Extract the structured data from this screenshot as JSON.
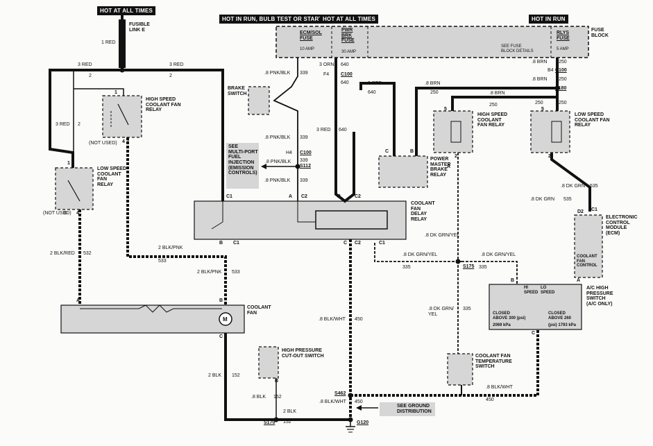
{
  "headers": {
    "hot_all_left": "HOT AT ALL TIMES",
    "hot_run_bulb": "HOT IN RUN, BULB TEST OR START",
    "hot_all_mid": "HOT AT ALL TIMES",
    "hot_run": "HOT IN RUN"
  },
  "fuse_block": {
    "title": "FUSE\nBLOCK",
    "fuse1": "ECM/SOL\nFUSE",
    "fuse1_amp": "10 AMP",
    "fuse2": "PWR\nBRK\nFUSE",
    "fuse2_amp": "30 AMP",
    "fuse3": "RLYS\nFUSE",
    "fuse3_amp": "5 AMP",
    "details": "SEE FUSE\nBLOCK DETAILS"
  },
  "components": {
    "fusible_link": "FUSIBLE\nLINK E",
    "high_speed_relay_left": "HIGH SPEED\nCOOLANT FAN\nRELAY",
    "low_speed_relay_left": "LOW SPEED\nCOOLANT\nFAN\nRELAY",
    "brake_switch": "BRAKE\nSWITCH",
    "see_mpfi": "SEE\nMULTI-PORT\nFUEL\nINJECTION\n(EMISSION\nCONTROLS)",
    "power_master_relay": "POWER\nMASTER\nBRAKE\nRELAY",
    "high_speed_relay_right": "HIGH SPEED\nCOOLANT\nFAN RELAY",
    "low_speed_relay_right": "LOW SPEED\nCOOLANT FAN\nRELAY",
    "delay_relay": "COOLANT\nFAN\nDELAY\nRELAY",
    "coolant_fan": "COOLANT\nFAN",
    "ecm": "ELECTRONIC\nCONTROL\nMODULE\n(ECM)",
    "ecm_inner": "COOLANT\nFAN\nCONTROL",
    "ac_switch": "A/C HIGH\nPRESSURE\nSWITCH\n(A/C ONLY)",
    "ac_hi": "HI\nSPEED",
    "ac_lo": "LO\nSPEED",
    "ac_closed_hi": "CLOSED\nABOVE 300 (psi)",
    "ac_closed_hi_kpa": "2069 kPa",
    "ac_closed_lo": "CLOSED\nABOVE 260",
    "ac_closed_lo_kpa": "(psi) 1793 kPa",
    "hp_cutout": "HIGH PRESSURE\nCUT-OUT SWITCH",
    "temp_switch": "COOLANT FAN\nTEMPERATURE\nSWITCH",
    "ground_dist": "SEE GROUND\nDISTRIBUTION",
    "not_used_1": "(NOT USED)",
    "not_used_2": "(NOT USED)"
  },
  "connectors": {
    "c100_a": "C100",
    "c100_b": "C100",
    "c100_c": "C100",
    "s180": "S180",
    "s112": "S112",
    "s175": "S175",
    "s462": "S462",
    "s170": "S170",
    "g120": "G120",
    "f4": "F4",
    "h4": "H4",
    "b4": "B4"
  },
  "wire_labels": {
    "w1red": "1 RED",
    "w3red_a": "3 RED",
    "w3red_b": "3 RED",
    "w3red_c": "3 RED",
    "w2_a": "2",
    "w2_b": "2",
    "w2_c": "2",
    "pnkblk_339_a": ".8 PNK/BLK",
    "n339_a": "339",
    "pnkblk_339_b": ".8 PNK/BLK",
    "n339_b": "339",
    "pnkblk_339_c": ".8 PNK/BLK",
    "n339_c": "339",
    "pnkblk_339_d": ".8 PNK/BLK",
    "n339_d": "339",
    "orn3": "3 ORN",
    "n640_a": "640",
    "n640_b": "640",
    "red3_640": "3 RED",
    "n640_c": "640",
    "red3_top": "3 RED",
    "n640_top": "640",
    "brn_250_a": ".8 BRN",
    "n250_a": "250",
    "brn_250_b": ".8 BRN",
    "n250_b": "250",
    "brn_250_c": ".8 BRN",
    "n250_c": "250",
    "brn_250_d": ".8 BRN",
    "n250_d": "250",
    "n250_e": "250",
    "n250_f": "250",
    "dkgrn_535": ".8 DK GRN",
    "n535_a": "535",
    "dkgrn_535_b": ".8 DK GRN",
    "n535_b": "535",
    "blkpnk_533": "2 BLK/PNK",
    "n533_a": "533",
    "blkpnk_533_b": "2 BLK/PNK",
    "n533_b": "533",
    "blkred_532": "2 BLK/RED",
    "n532": "532",
    "dkgrnyel_335_a": ".8 DK GRN/YEL",
    "dkgrnyel_335_b": ".8 DK GRN/YEL",
    "n335_a": "335",
    "dkgrnyel_335_c": ".8 DK GRN/YEL",
    "n335_b": "335",
    "dkgrnyel_335_d": ".8 DK GRN/\nYEL",
    "n335_c": "335",
    "blkwht_450_a": ".8 BLK/WHT",
    "n450_a": "450",
    "blkwht_450_b": ".8 BLK/WHT",
    "n450_b": "450",
    "blkwht_450_c": ".8 BLK/WHT",
    "n450_c": "450",
    "blk_152_a": "2 BLK",
    "n152_a": "152",
    "blk_152_b": ".8 BLK",
    "n152_b": "152",
    "blk_152_c": "2 BLK",
    "n152_c": "152"
  },
  "terminals": {
    "t_c1_a": "C1",
    "t_c2_a": "C2",
    "t_c2_b": "C2",
    "t_c1_b": "C1",
    "t_c2_c": "C2",
    "t_c1_c": "C1",
    "t_a1": "A",
    "t_b1": "B",
    "t_b2": "B",
    "t_c3": "C",
    "t_a2": "A",
    "t_b3": "B",
    "t_c4": "C",
    "t_a3": "A",
    "t_b4": "B",
    "t_c5": "C",
    "t_a4": "A",
    "t_b5": "B",
    "t_d2": "D2",
    "t_c6": "C1",
    "t_b6": "B",
    "t_c7": "C",
    "t_1a": "1",
    "t_4a": "4",
    "t_1b": "1",
    "t_4b": "4",
    "t_2a": "2",
    "t_3a": "3",
    "t_5a": "5",
    "t_2b": "2",
    "t_5b": "5",
    "t_2c": "2"
  }
}
